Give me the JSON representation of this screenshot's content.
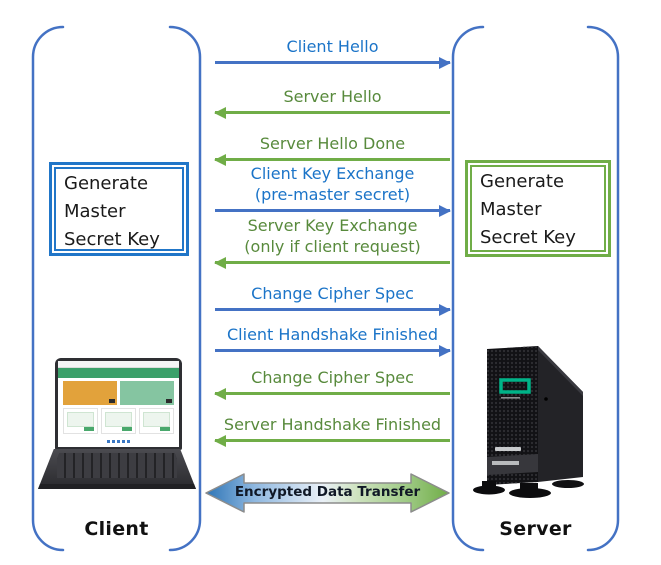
{
  "colors": {
    "lane_blue": "#4472C4",
    "arrow_blue": "#4472C4",
    "arrow_green": "#70AD47",
    "text_blue": "#1B74C8",
    "text_green": "#588A3C",
    "box_border_blue": "#2176C8",
    "box_border_green": "#70AD47",
    "encrypted_left": "#2E75B6",
    "encrypted_right": "#70AD47",
    "encrypted_text": "#101826",
    "hpe_logo_teal": "#00B388"
  },
  "client": {
    "label": "Client",
    "box_lines": [
      "Generate",
      "Master",
      "Secret Key"
    ],
    "image": "laptop-image"
  },
  "server": {
    "label": "Server",
    "box_lines": [
      "Generate",
      "Master",
      "Secret Key"
    ],
    "image": "server-tower-image"
  },
  "messages": [
    {
      "label": "Client Hello",
      "direction": "right",
      "color": "blue"
    },
    {
      "label": "Server Hello",
      "direction": "left",
      "color": "green"
    },
    {
      "label": "Server Hello Done",
      "direction": "left",
      "color": "green"
    },
    {
      "label": "Client Key Exchange",
      "sub": "(pre-master secret)",
      "direction": "right",
      "color": "blue"
    },
    {
      "label": "Server Key Exchange",
      "sub": "(only if client request)",
      "direction": "left",
      "color": "green"
    },
    {
      "label": "Change Cipher Spec",
      "direction": "right",
      "color": "blue"
    },
    {
      "label": "Client Handshake Finished",
      "direction": "right",
      "color": "blue"
    },
    {
      "label": "Change Cipher Spec",
      "direction": "left",
      "color": "green"
    },
    {
      "label": "Server Handshake Finished",
      "direction": "left",
      "color": "green"
    }
  ],
  "encrypted": {
    "label": "Encrypted Data Transfer",
    "direction": "both"
  }
}
